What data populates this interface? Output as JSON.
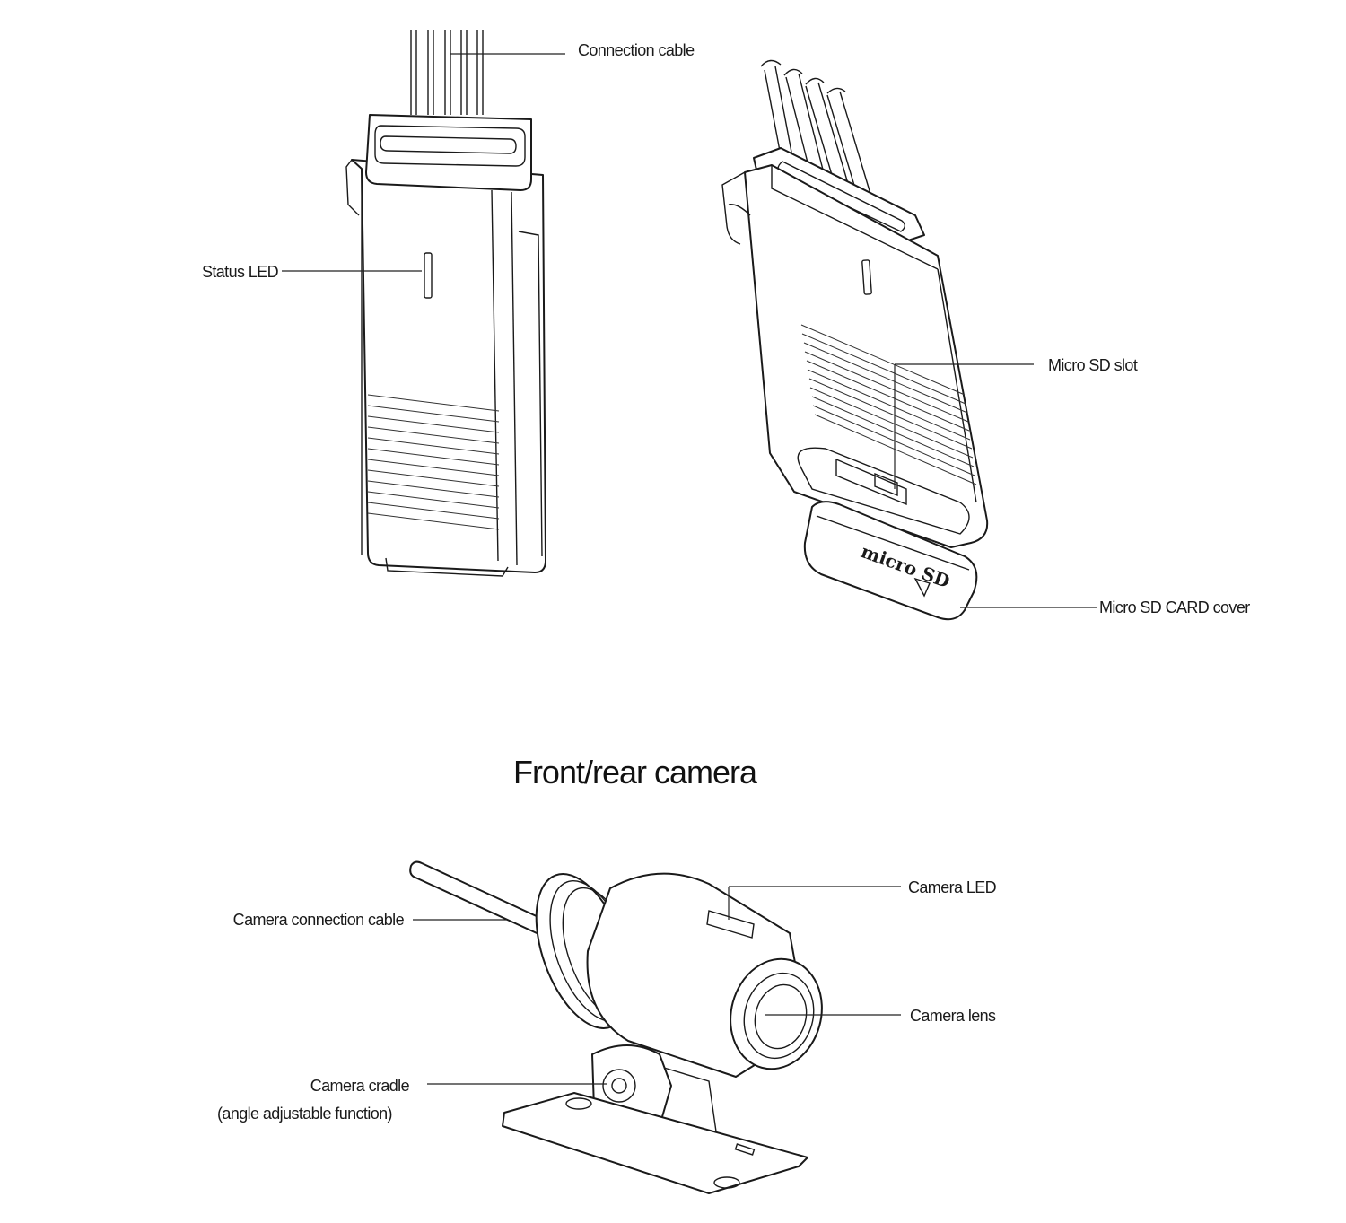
{
  "heading": "Front/rear camera",
  "labels": {
    "connection_cable": "Connection cable",
    "status_led": "Status LED",
    "micro_sd_slot": "Micro SD slot",
    "micro_sd_card_cover": "Micro SD CARD cover",
    "camera_led": "Camera LED",
    "camera_connection_cable": "Camera connection cable",
    "camera_lens": "Camera lens",
    "camera_cradle_line1": "Camera cradle",
    "camera_cradle_line2": "(angle adjustable function)"
  },
  "logo_text": "micro SD"
}
